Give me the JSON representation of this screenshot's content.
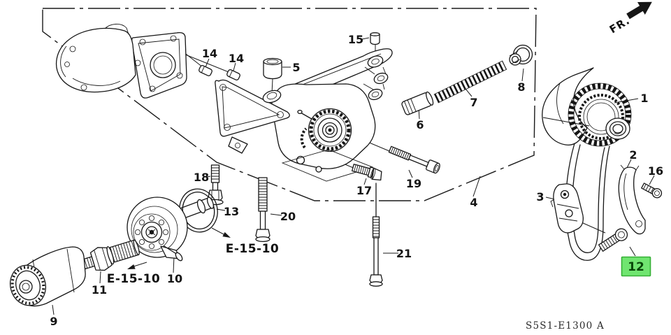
{
  "header": {
    "fr_label": "FR."
  },
  "footer": {
    "diagram_code": "S5S1-E1300 A"
  },
  "style": {
    "ink": "#161616",
    "background": "#ffffff",
    "highlight_bg": "#70e570",
    "highlight_border": "#35b035",
    "highlight_text": "#084808"
  },
  "callouts": {
    "c1": {
      "label": "1"
    },
    "c2": {
      "label": "2"
    },
    "c3": {
      "label": "3"
    },
    "c4": {
      "label": "4"
    },
    "c5": {
      "label": "5"
    },
    "c6": {
      "label": "6"
    },
    "c7": {
      "label": "7"
    },
    "c8": {
      "label": "8"
    },
    "c9": {
      "label": "9"
    },
    "c10": {
      "label": "10"
    },
    "c11": {
      "label": "11"
    },
    "c12": {
      "label": "12",
      "highlighted": true
    },
    "c13": {
      "label": "13"
    },
    "c14a": {
      "label": "14"
    },
    "c14b": {
      "label": "14"
    },
    "c15": {
      "label": "15"
    },
    "c16": {
      "label": "16"
    },
    "c17": {
      "label": "17"
    },
    "c18": {
      "label": "18"
    },
    "c19": {
      "label": "19"
    },
    "c20": {
      "label": "20"
    },
    "c21": {
      "label": "21"
    }
  },
  "refs": {
    "upper": {
      "label": "E-15-10"
    },
    "lower": {
      "label": "E-15-10"
    }
  }
}
